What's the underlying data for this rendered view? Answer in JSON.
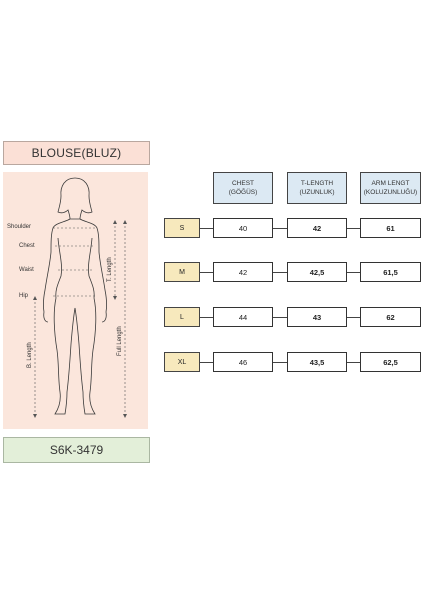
{
  "product_title": "BLOUSE(BLUZ)",
  "product_code": "S6K-3479",
  "body_labels": {
    "shoulder": "Shoulder",
    "chest": "Chest",
    "waist": "Waist",
    "hip": "Hip",
    "t_length": "T. Length",
    "full_length": "Full Length",
    "b_length": "B. Length"
  },
  "headers": {
    "chest": [
      "CHEST",
      "(GÖĞÜS)"
    ],
    "t_length": [
      "T-LENGTH",
      "(UZUNLUK)"
    ],
    "arm_length": [
      "ARM LENGT",
      "(KOLUZUNLUĞU)"
    ]
  },
  "rows": [
    {
      "size": "S",
      "chest": "40",
      "t_length": "42",
      "arm_length": "61"
    },
    {
      "size": "M",
      "chest": "42",
      "t_length": "42,5",
      "arm_length": "61,5"
    },
    {
      "size": "L",
      "chest": "44",
      "t_length": "43",
      "arm_length": "62"
    },
    {
      "size": "XL",
      "chest": "46",
      "t_length": "43,5",
      "arm_length": "62,5"
    }
  ],
  "colors": {
    "title_bg": "#fbe0d6",
    "figure_bg": "#fbe6dc",
    "code_bg": "#e3efd9",
    "header_bg": "#dce9f3",
    "size_bg": "#f7e9bd"
  }
}
